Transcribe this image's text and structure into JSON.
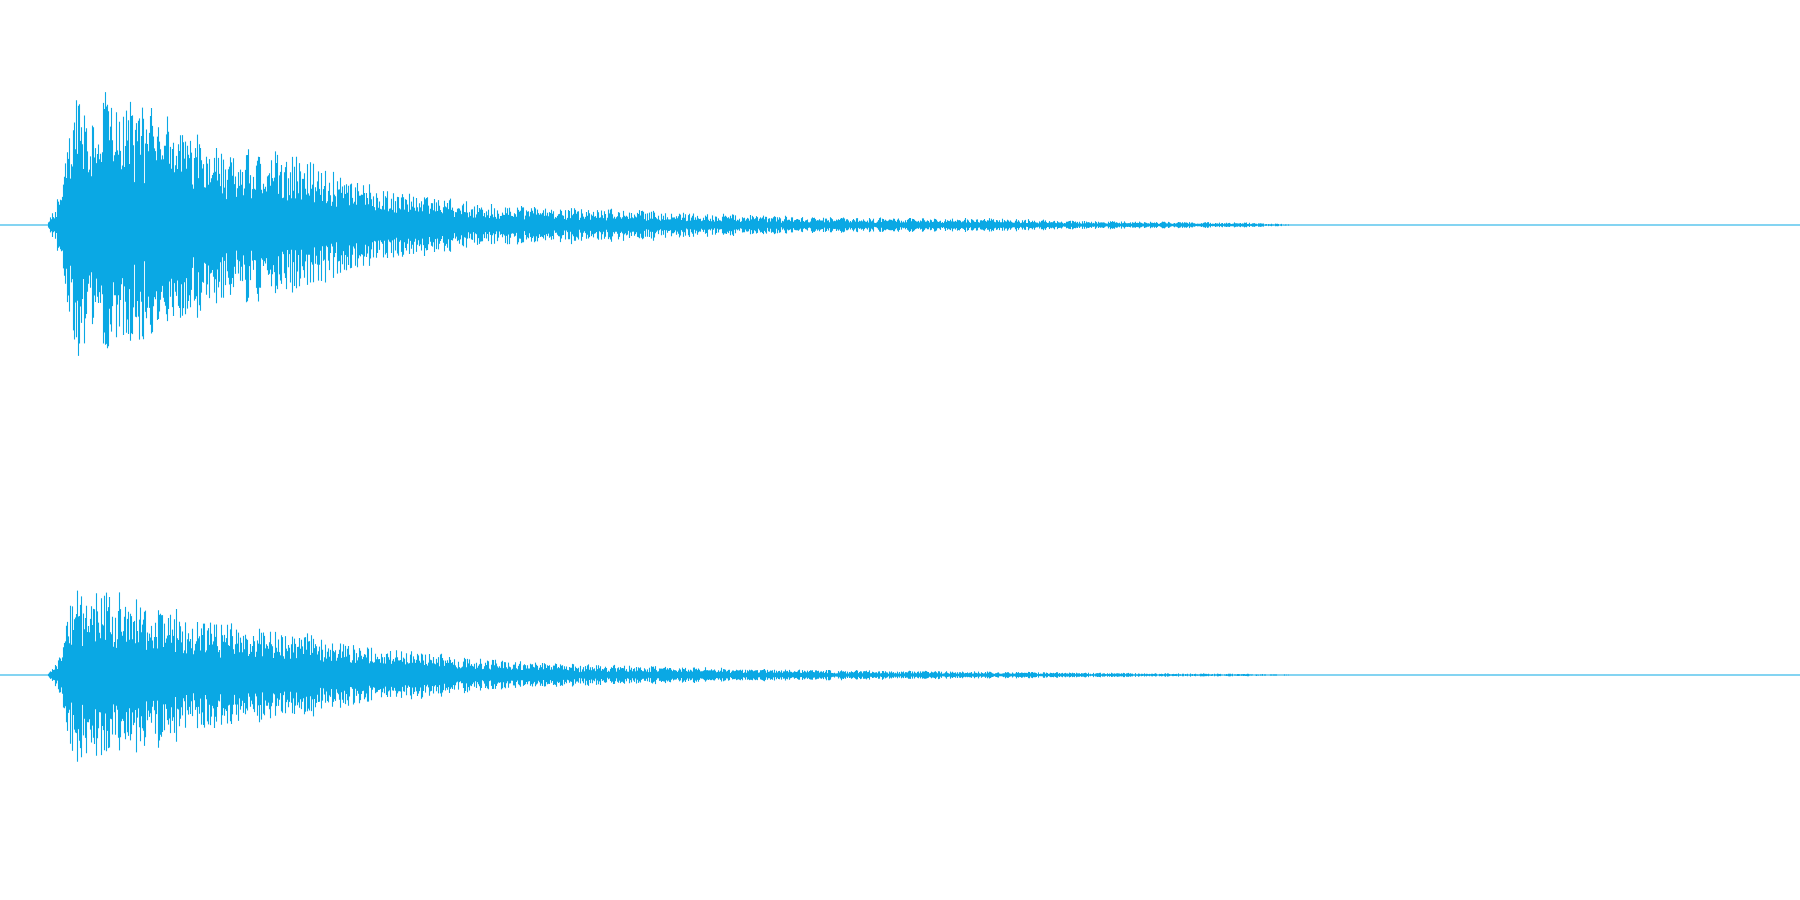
{
  "chart_data": {
    "type": "area",
    "title": "",
    "xlabel": "",
    "ylabel": "",
    "grid": false,
    "legend": "none",
    "color": "#0aa8e4",
    "x_range": [
      0,
      1
    ],
    "y_range": [
      -1,
      1
    ],
    "channels": [
      {
        "envelope": [
          {
            "t": 0.0,
            "amp": 0.0
          },
          {
            "t": 0.026,
            "amp": 0.0
          },
          {
            "t": 0.03,
            "amp": 0.12
          },
          {
            "t": 0.034,
            "amp": 0.28
          },
          {
            "t": 0.04,
            "amp": 0.85
          },
          {
            "t": 0.05,
            "amp": 0.97
          },
          {
            "t": 0.065,
            "amp": 0.9
          },
          {
            "t": 0.085,
            "amp": 0.78
          },
          {
            "t": 0.11,
            "amp": 0.62
          },
          {
            "t": 0.14,
            "amp": 0.52
          },
          {
            "t": 0.165,
            "amp": 0.5
          },
          {
            "t": 0.19,
            "amp": 0.32
          },
          {
            "t": 0.22,
            "amp": 0.24
          },
          {
            "t": 0.26,
            "amp": 0.16
          },
          {
            "t": 0.3,
            "amp": 0.14
          },
          {
            "t": 0.345,
            "amp": 0.12
          },
          {
            "t": 0.4,
            "amp": 0.08
          },
          {
            "t": 0.45,
            "amp": 0.06
          },
          {
            "t": 0.5,
            "amp": 0.05
          },
          {
            "t": 0.55,
            "amp": 0.05
          },
          {
            "t": 0.6,
            "amp": 0.03
          },
          {
            "t": 0.65,
            "amp": 0.025
          },
          {
            "t": 0.69,
            "amp": 0.018
          },
          {
            "t": 0.715,
            "amp": 0.008
          },
          {
            "t": 0.72,
            "amp": 0.0
          },
          {
            "t": 1.0,
            "amp": 0.0
          }
        ]
      },
      {
        "envelope": [
          {
            "t": 0.0,
            "amp": 0.0
          },
          {
            "t": 0.026,
            "amp": 0.0
          },
          {
            "t": 0.03,
            "amp": 0.1
          },
          {
            "t": 0.034,
            "amp": 0.25
          },
          {
            "t": 0.04,
            "amp": 0.95
          },
          {
            "t": 0.05,
            "amp": 0.98
          },
          {
            "t": 0.065,
            "amp": 0.88
          },
          {
            "t": 0.085,
            "amp": 0.82
          },
          {
            "t": 0.11,
            "amp": 0.62
          },
          {
            "t": 0.14,
            "amp": 0.52
          },
          {
            "t": 0.165,
            "amp": 0.5
          },
          {
            "t": 0.19,
            "amp": 0.34
          },
          {
            "t": 0.22,
            "amp": 0.28
          },
          {
            "t": 0.26,
            "amp": 0.2
          },
          {
            "t": 0.3,
            "amp": 0.14
          },
          {
            "t": 0.345,
            "amp": 0.11
          },
          {
            "t": 0.4,
            "amp": 0.08
          },
          {
            "t": 0.45,
            "amp": 0.06
          },
          {
            "t": 0.5,
            "amp": 0.05
          },
          {
            "t": 0.55,
            "amp": 0.04
          },
          {
            "t": 0.6,
            "amp": 0.03
          },
          {
            "t": 0.65,
            "amp": 0.02
          },
          {
            "t": 0.69,
            "amp": 0.015
          },
          {
            "t": 0.715,
            "amp": 0.008
          },
          {
            "t": 0.72,
            "amp": 0.0
          },
          {
            "t": 1.0,
            "amp": 0.0
          }
        ]
      }
    ]
  }
}
